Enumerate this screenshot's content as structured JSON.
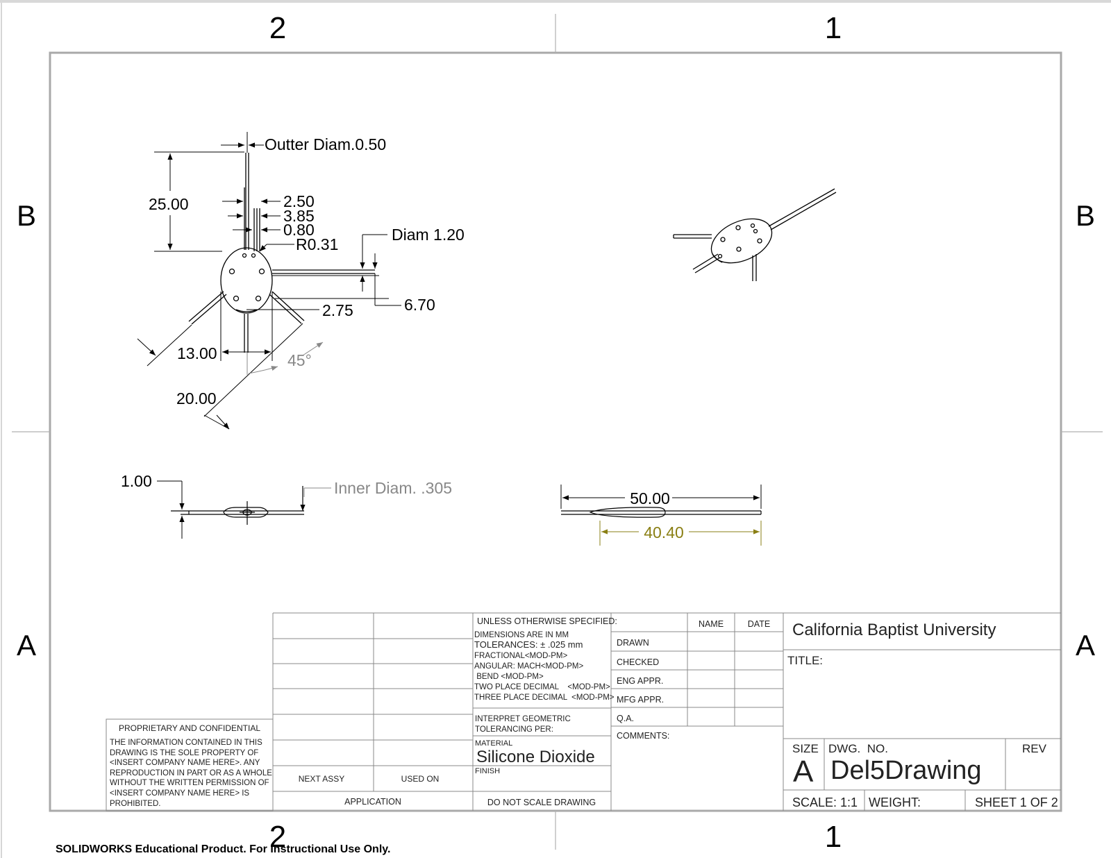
{
  "zones": {
    "top": [
      "2",
      "1"
    ],
    "bottom": [
      "2",
      "1"
    ],
    "left": [
      "B",
      "A"
    ],
    "right": [
      "B",
      "A"
    ]
  },
  "dimensions": {
    "outer_diam": "Outter Diam.0.50",
    "d25": "25.00",
    "d250": "2.50",
    "d385": "3.85",
    "d080": "0.80",
    "r031": "R0.31",
    "diam120": "Diam 1.20",
    "d275": "2.75",
    "d670": "6.70",
    "d1300": "13.00",
    "angle45": "45°",
    "d2000": "20.00",
    "d100": "1.00",
    "inner_diam": "Inner Diam. .305",
    "d5000": "50.00",
    "d4040": "40.40"
  },
  "title_block": {
    "proprietary_title": "PROPRIETARY AND CONFIDENTIAL",
    "proprietary_lines": [
      "THE INFORMATION CONTAINED IN THIS",
      "DRAWING IS THE SOLE PROPERTY OF",
      "<INSERT COMPANY NAME HERE>.  ANY",
      "REPRODUCTION IN PART OR AS A WHOLE",
      "WITHOUT THE WRITTEN PERMISSION OF",
      "<INSERT COMPANY NAME HERE> IS",
      "PROHIBITED."
    ],
    "next_assy": "NEXT ASSY",
    "used_on": "USED ON",
    "application": "APPLICATION",
    "unless": "UNLESS OTHERWISE SPECIFIED:",
    "spec_lines": [
      "DIMENSIONS ARE IN MM",
      "TOLERANCES: ± .025 mm",
      "FRACTIONAL<MOD-PM>",
      "ANGULAR: MACH<MOD-PM>",
      " BEND <MOD-PM>",
      "TWO PLACE DECIMAL    <MOD-PM>",
      "THREE PLACE DECIMAL  <MOD-PM>"
    ],
    "interpret_1": "INTERPRET GEOMETRIC",
    "interpret_2": "TOLERANCING PER:",
    "material_label": "MATERIAL",
    "material": "Silicone Dioxide",
    "finish_label": "FINISH",
    "do_not_scale": "DO NOT SCALE DRAWING",
    "name_header": "NAME",
    "date_header": "DATE",
    "row_labels": [
      "DRAWN",
      "CHECKED",
      "ENG APPR.",
      "MFG APPR.",
      "Q.A."
    ],
    "comments": "COMMENTS:",
    "company": "California Baptist University",
    "title_label": "TITLE:",
    "size_label": "SIZE",
    "size_value": "A",
    "dwg_no_label": "DWG.  NO.",
    "dwg_no": "Del5Drawing",
    "rev_label": "REV",
    "scale": "SCALE: 1:1",
    "weight": "WEIGHT:",
    "sheet": "SHEET 1 OF 2"
  },
  "footer": "SOLIDWORKS Educational Product. For Instructional Use Only."
}
